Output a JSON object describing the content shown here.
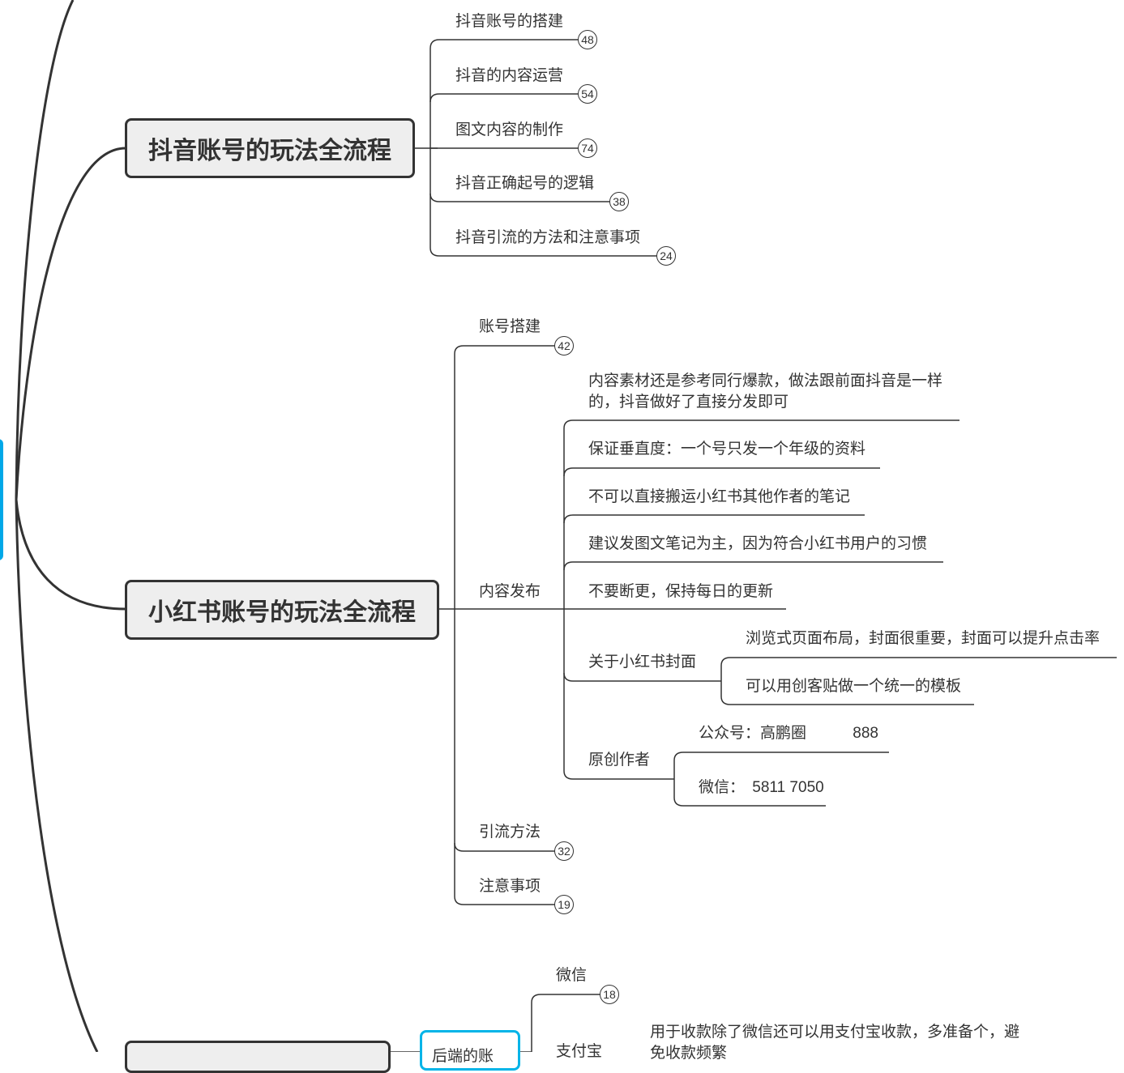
{
  "douyin": {
    "title": "抖音账号的玩法全流程",
    "items": [
      {
        "label": "抖音账号的搭建",
        "count": "48"
      },
      {
        "label": "抖音的内容运营",
        "count": "54"
      },
      {
        "label": "图文内容的制作",
        "count": "74"
      },
      {
        "label": "抖音正确起号的逻辑",
        "count": "38"
      },
      {
        "label": "抖音引流的方法和注意事项",
        "count": "24"
      }
    ]
  },
  "xhs": {
    "title": "小红书账号的玩法全流程",
    "account": {
      "label": "账号搭建",
      "count": "42"
    },
    "content": {
      "label": "内容发布",
      "notes": [
        "内容素材还是参考同行爆款，做法跟前面抖音是一样的，抖音做好了直接分发即可",
        "保证垂直度：一个号只发一个年级的资料",
        "不可以直接搬运小红书其他作者的笔记",
        "建议发图文笔记为主，因为符合小红书用户的习惯",
        "不要断更，保持每日的更新"
      ],
      "cover": {
        "label": "关于小红书封面",
        "items": [
          "浏览式页面布局，封面很重要，封面可以提升点击率",
          "可以用创客贴做一个统一的模板"
        ]
      },
      "author": {
        "label": "原创作者",
        "gzh_label": "公众号：高鹏圈",
        "gzh_value": "888",
        "wx_label": "微信：",
        "wx_value": "5811 7050"
      }
    },
    "traffic": {
      "label": "引流方法",
      "count": "32"
    },
    "notice": {
      "label": "注意事项",
      "count": "19"
    }
  },
  "backend": {
    "box_label": "后端的账号",
    "wechat": {
      "label": "微信",
      "count": "18"
    },
    "alipay": {
      "label": "支付宝",
      "note": "用于收款除了微信还可以用支付宝收款，多准备个，避免收款频繁"
    }
  },
  "colors": {
    "line": "#333333",
    "topic_fill": "#eeeeee",
    "accent": "#00b4e8"
  }
}
